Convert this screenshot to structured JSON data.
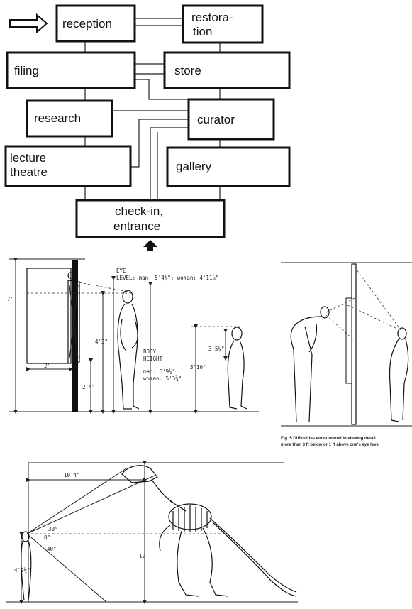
{
  "flow": {
    "reception": "reception",
    "restoration_1": "restora-",
    "restoration_2": "tion",
    "filing": "filing",
    "store": "store",
    "research": "research",
    "curator": "curator",
    "lecture_1": "lecture",
    "lecture_2": "theatre",
    "gallery": "gallery",
    "checkin_1": "check-in,",
    "checkin_2": "entrance"
  },
  "eye_level_diagram": {
    "eye_level_1": "EYE",
    "eye_level_2": "LEVEL:  man: 5'4¾\";  woman: 4'11⅞\"",
    "body_height_1": "BODY",
    "body_height_2": "HEIGHT",
    "body_height_man": "man: 5'9½\"",
    "body_height_woman": "woman: 5'3¾\"",
    "dim_7ft": "7'",
    "dim_2ft": "2'",
    "dim_4ft3": "4'3\"",
    "dim_2ft4": "2'4\"",
    "dim_3ft10": "3'10\"",
    "dim_3ft5": "3'5¼\""
  },
  "fig5": {
    "caption_1": "Fig. 5  Difficulties encountered in viewing detail",
    "caption_2": "more than 3 ft below or 1 ft above one's eye level"
  },
  "dinosaur_diagram": {
    "dim_10ft4": "10'4\"",
    "angle_30": "30°",
    "angle_8": "8°",
    "angle_40": "40°",
    "dim_12ft": "12'",
    "dim_height": "4'9½\""
  },
  "colors": {
    "ink": "#111111",
    "paper": "#ffffff"
  }
}
